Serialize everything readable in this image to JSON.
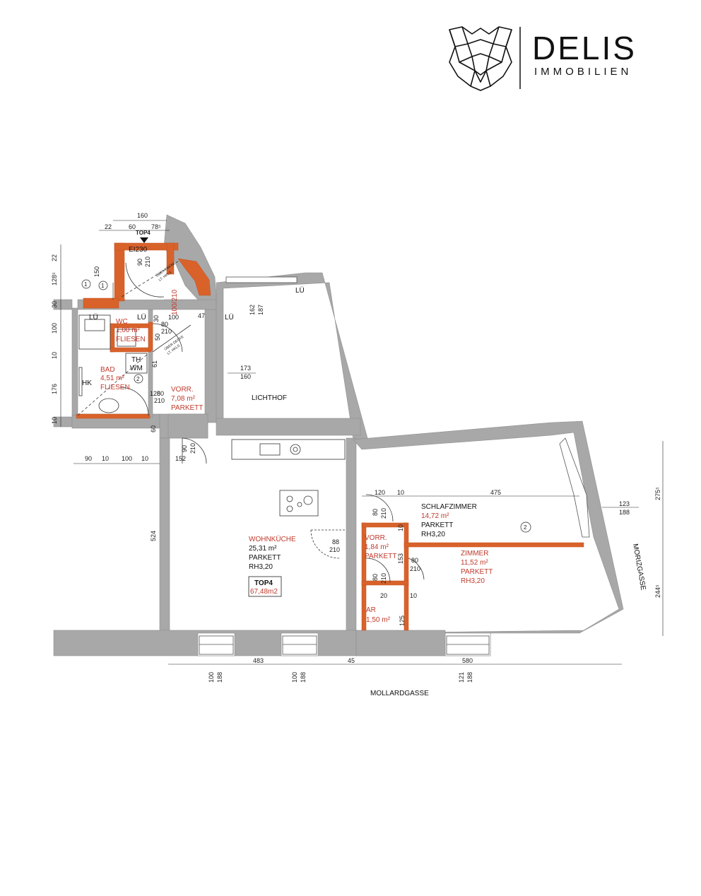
{
  "brand": {
    "name": "DELIS",
    "subtitle": "IMMOBILIEN"
  },
  "unit": {
    "top_label": "TOP4",
    "total_area": "67,48m2"
  },
  "rooms": {
    "wc": {
      "name": "WC",
      "area": "1,00 m²",
      "floor": "FLIESEN"
    },
    "bad": {
      "name": "BAD",
      "area": "4,51 m²",
      "floor": "FLIESEN"
    },
    "vorr1": {
      "name": "VORR.",
      "area": "7,08 m²",
      "floor": "PARKETT"
    },
    "wohnkueche": {
      "name": "WOHNKÜCHE",
      "area": "25,31 m²",
      "floor": "PARKETT",
      "height": "RH3,20"
    },
    "vorr2": {
      "name": "VORR.",
      "area": "1,84 m²",
      "floor": "PARKETT"
    },
    "ar": {
      "name": "AR",
      "area": "1,50 m²"
    },
    "schlafzimmer": {
      "name": "SCHLAFZIMMER",
      "area": "14,72 m²",
      "floor": "PARKETT",
      "height": "RH3,20"
    },
    "zimmer": {
      "name": "ZIMMER",
      "area": "11,52 m²",
      "floor": "PARKETT",
      "height": "RH3,20"
    },
    "lichthof": {
      "name": "LICHTHOF"
    }
  },
  "labels": {
    "lu": "LÜ",
    "hk": "HK",
    "th": "TH",
    "wm": "WM",
    "ei230": "EI230",
    "street_bottom": "MOLLARDGASSE",
    "street_right": "MORIZGASSE",
    "note_a": "ÜBER DECKE",
    "note_b": "LT. HKLS",
    "red_dim": "100/210",
    "marker1": "1",
    "marker2": "2"
  },
  "dims": {
    "d160": "160",
    "d22": "22",
    "d60": "60",
    "d78": "78⁵",
    "d90": "90",
    "d210": "210",
    "d150": "150",
    "d128": "128⁵",
    "d30": "30",
    "d100": "100",
    "d10": "10",
    "d176": "176",
    "d80": "80",
    "d47": "47",
    "d162": "162",
    "d187": "187",
    "d173": "173",
    "d125": "125",
    "d152": "152",
    "d524": "524",
    "d88": "88",
    "d120": "120",
    "d475": "475",
    "d123": "123",
    "d188": "188",
    "d275": "275⁵",
    "d244": "244⁵",
    "d483": "483",
    "d45": "45",
    "d580": "580",
    "d121": "121",
    "d153": "153",
    "d20": "20",
    "d50": "50",
    "d61": "61"
  }
}
